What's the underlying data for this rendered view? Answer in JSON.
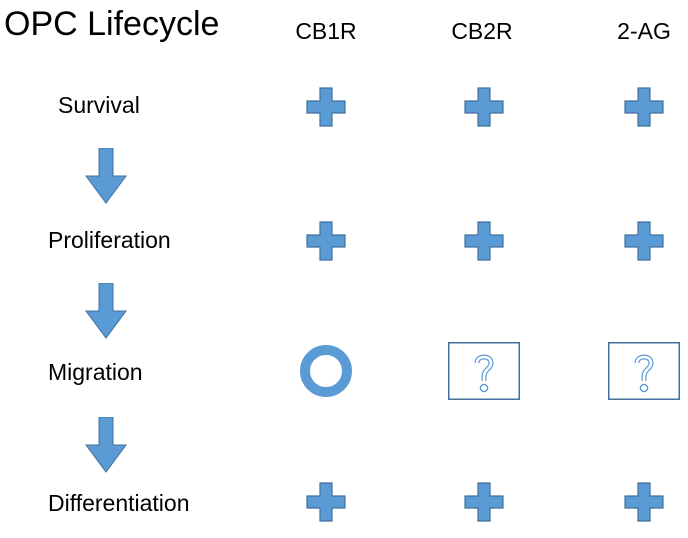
{
  "title": "OPC Lifecycle",
  "columns": [
    {
      "label": "CB1R"
    },
    {
      "label": "CB2R"
    },
    {
      "label": "2-AG"
    }
  ],
  "stages": [
    {
      "label": "Survival",
      "effects": [
        "plus",
        "plus",
        "plus"
      ]
    },
    {
      "label": "Proliferation",
      "effects": [
        "plus",
        "plus",
        "plus"
      ]
    },
    {
      "label": "Migration",
      "effects": [
        "circle",
        "question",
        "question"
      ]
    },
    {
      "label": "Differentiation",
      "effects": [
        "plus",
        "plus",
        "plus"
      ]
    }
  ],
  "colors": {
    "symbol_fill": "#5b9bd5",
    "symbol_stroke": "#41719c",
    "question_box_border": "#41719c",
    "text": "#000000"
  }
}
